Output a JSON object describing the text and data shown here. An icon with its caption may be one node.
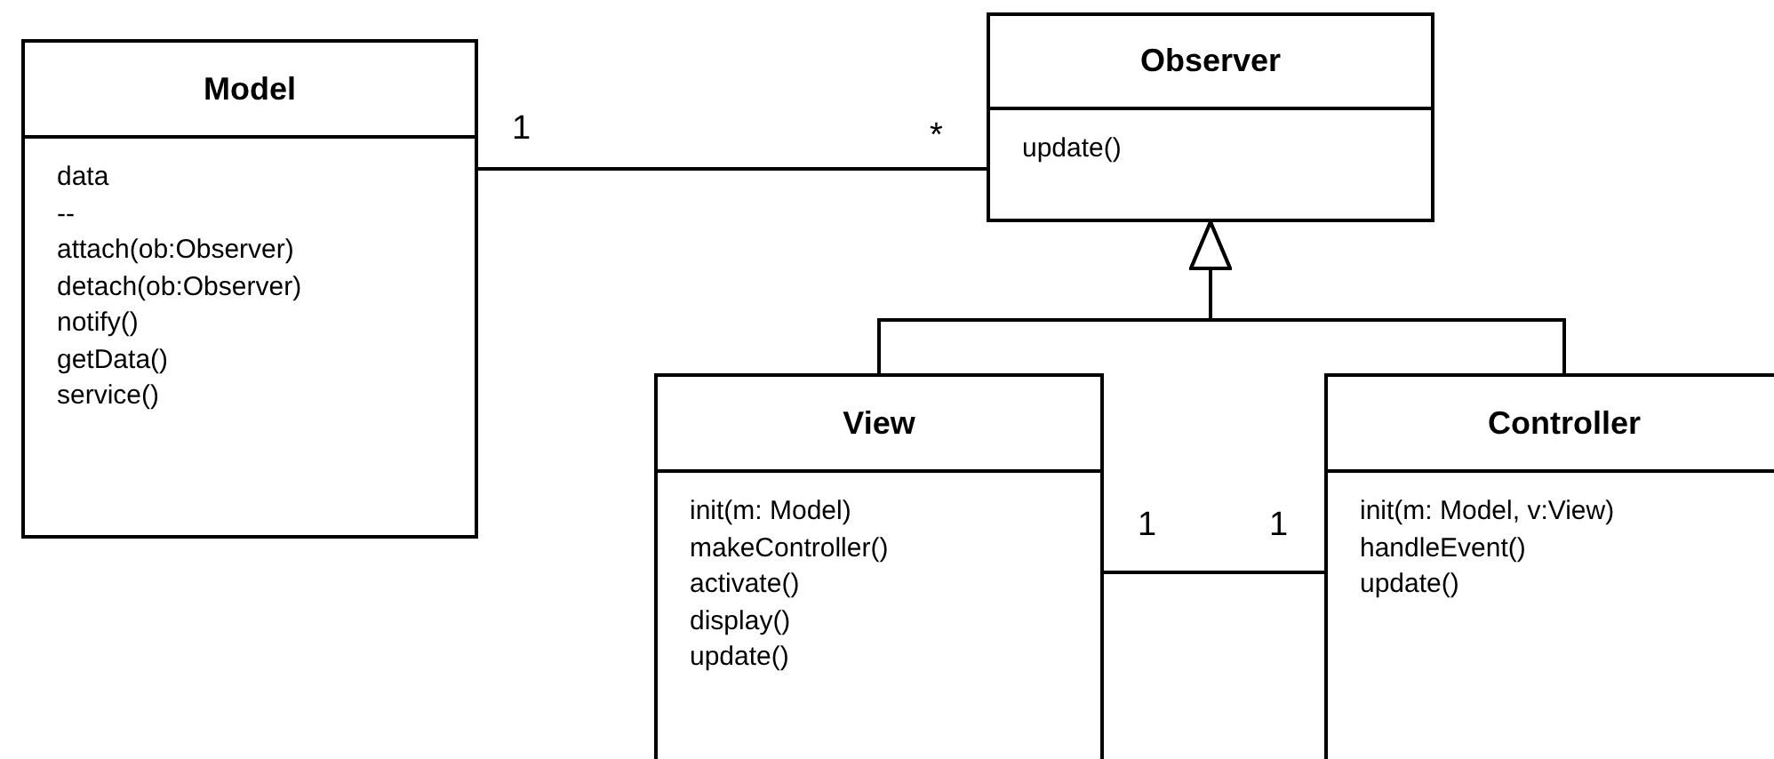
{
  "diagram": {
    "nodes": [
      {
        "text": [
          "Model",
          "data",
          "--",
          "attach(ob:Observer)",
          "detach(ob:Observer)",
          "notify()",
          "getData()",
          "service()"
        ]
      },
      {
        "text": [
          "Observer",
          "update()"
        ]
      },
      {
        "text": [
          "View",
          "init(m: Model)",
          "makeController()",
          "activate()",
          "display()",
          "update()"
        ]
      },
      {
        "text": [
          "Controller",
          "init(m: Model, v:View)",
          "handleEvent()",
          "update()"
        ]
      }
    ],
    "edges": [
      {
        "from": 0,
        "to": 1,
        "arrow": "none"
      },
      {
        "from": 2,
        "to": 1,
        "arrow": "to"
      },
      {
        "from": 3,
        "to": 1,
        "arrow": "to"
      },
      {
        "from": 2,
        "to": 3,
        "arrow": "none"
      }
    ],
    "labels": [
      "1",
      "*",
      "1",
      "1"
    ]
  }
}
